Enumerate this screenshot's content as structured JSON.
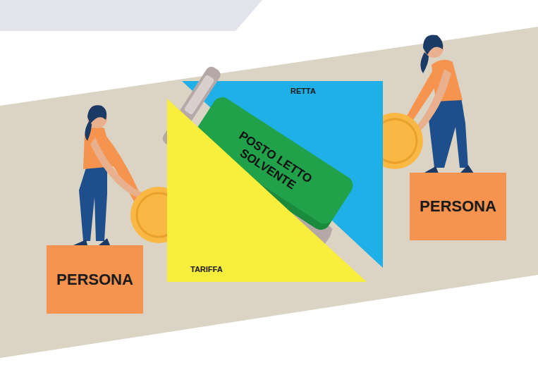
{
  "diagram": {
    "nodes": [
      {
        "text": [
          "RETTA"
        ]
      },
      {
        "text": [
          "POSTO LETTO SOLVENTE"
        ]
      },
      {
        "text": [
          "PERSONA"
        ]
      },
      {
        "text": [
          "PERSONA"
        ]
      },
      {
        "text": [
          "TARIFFA"
        ]
      }
    ]
  }
}
